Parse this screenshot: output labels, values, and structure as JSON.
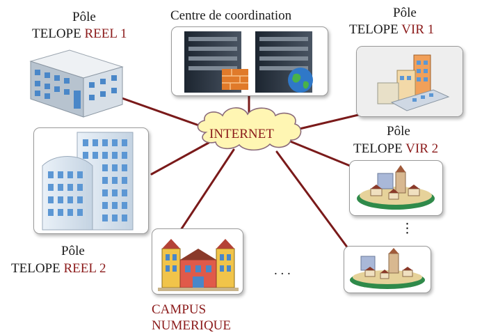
{
  "hub": {
    "label": "INTERNET"
  },
  "coordination": {
    "title": "Centre de coordination"
  },
  "nodes": {
    "reel1": {
      "line1": "Pôle",
      "line2_prefix": "TELOPE",
      "line2_accent": "REEL 1"
    },
    "reel2": {
      "line1": "Pôle",
      "line2_prefix": "TELOPE",
      "line2_accent": "REEL 2"
    },
    "vir1": {
      "line1": "Pôle",
      "line2_prefix": "TELOPE",
      "line2_accent": "VIR 1"
    },
    "vir2": {
      "line1": "Pôle",
      "line2_prefix": "TELOPE",
      "line2_accent": "VIR 2"
    },
    "campus": {
      "line1": "CAMPUS",
      "line2": "NUMERIQUE"
    }
  },
  "ellipsis": {
    "horizontal": ". . .",
    "vertical": "⋮"
  },
  "colors": {
    "link": "#7a1a1a",
    "accent": "#8b1a1a",
    "cloud_fill": "#fff6b3",
    "cloud_stroke": "#8a6a7a"
  }
}
